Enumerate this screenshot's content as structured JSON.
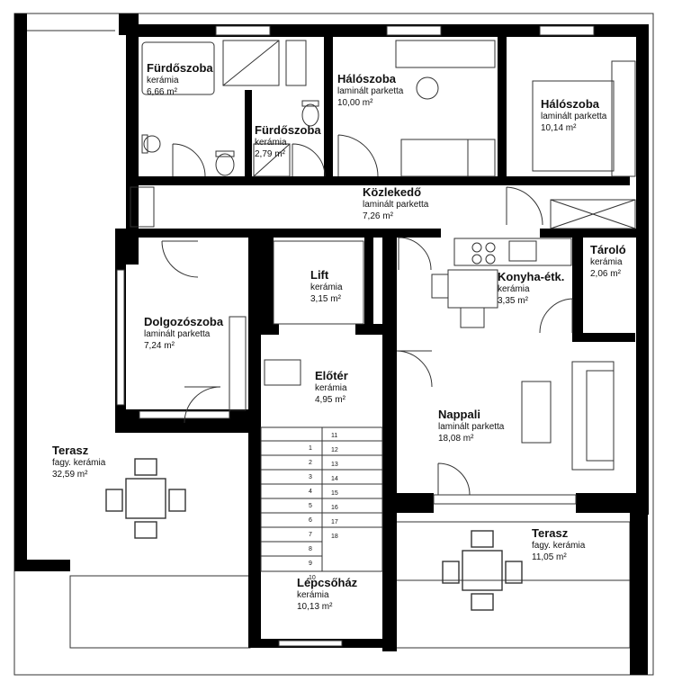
{
  "rooms": {
    "furdo1": {
      "name": "Fürdőszoba",
      "material": "kerámia",
      "area": "6,66 m²"
    },
    "halo1": {
      "name": "Hálószoba",
      "material": "laminált parketta",
      "area": "10,00 m²"
    },
    "furdo2": {
      "name": "Fürdőszoba",
      "material": "kerámia",
      "area": "2,79 m²"
    },
    "halo2": {
      "name": "Hálószoba",
      "material": "laminált parketta",
      "area": "10,14 m²"
    },
    "kozlekedo": {
      "name": "Közlekedő",
      "material": "laminált parketta",
      "area": "7,26 m²"
    },
    "taroló": {
      "name": "Tároló",
      "material": "kerámia",
      "area": "2,06 m²"
    },
    "lift": {
      "name": "Lift",
      "material": "kerámia",
      "area": "3,15 m²"
    },
    "konyha": {
      "name": "Konyha-étk.",
      "material": "kerámia",
      "area": "3,35 m²"
    },
    "dolgozo": {
      "name": "Dolgozószoba",
      "material": "laminált parketta",
      "area": "7,24 m²"
    },
    "eloter": {
      "name": "Előtér",
      "material": "kerámia",
      "area": "4,95 m²"
    },
    "nappali": {
      "name": "Nappali",
      "material": "laminált parketta",
      "area": "18,08 m²"
    },
    "terasz1": {
      "name": "Terasz",
      "material": "fagy. kerámia",
      "area": "32,59 m²"
    },
    "terasz2": {
      "name": "Terasz",
      "material": "fagy. kerámia",
      "area": "11,05 m²"
    },
    "lepcsohaz": {
      "name": "Lépcsőház",
      "material": "kerámia",
      "area": "10,13 m²"
    }
  },
  "stairs": {
    "left_steps": [
      "1",
      "2",
      "3",
      "4",
      "5",
      "6",
      "7",
      "8",
      "9",
      "10"
    ],
    "right_steps": [
      "11",
      "12",
      "13",
      "14",
      "15",
      "16",
      "17",
      "18"
    ]
  },
  "colors": {
    "wall": "#000000",
    "line": "#333333",
    "background": "#ffffff"
  }
}
